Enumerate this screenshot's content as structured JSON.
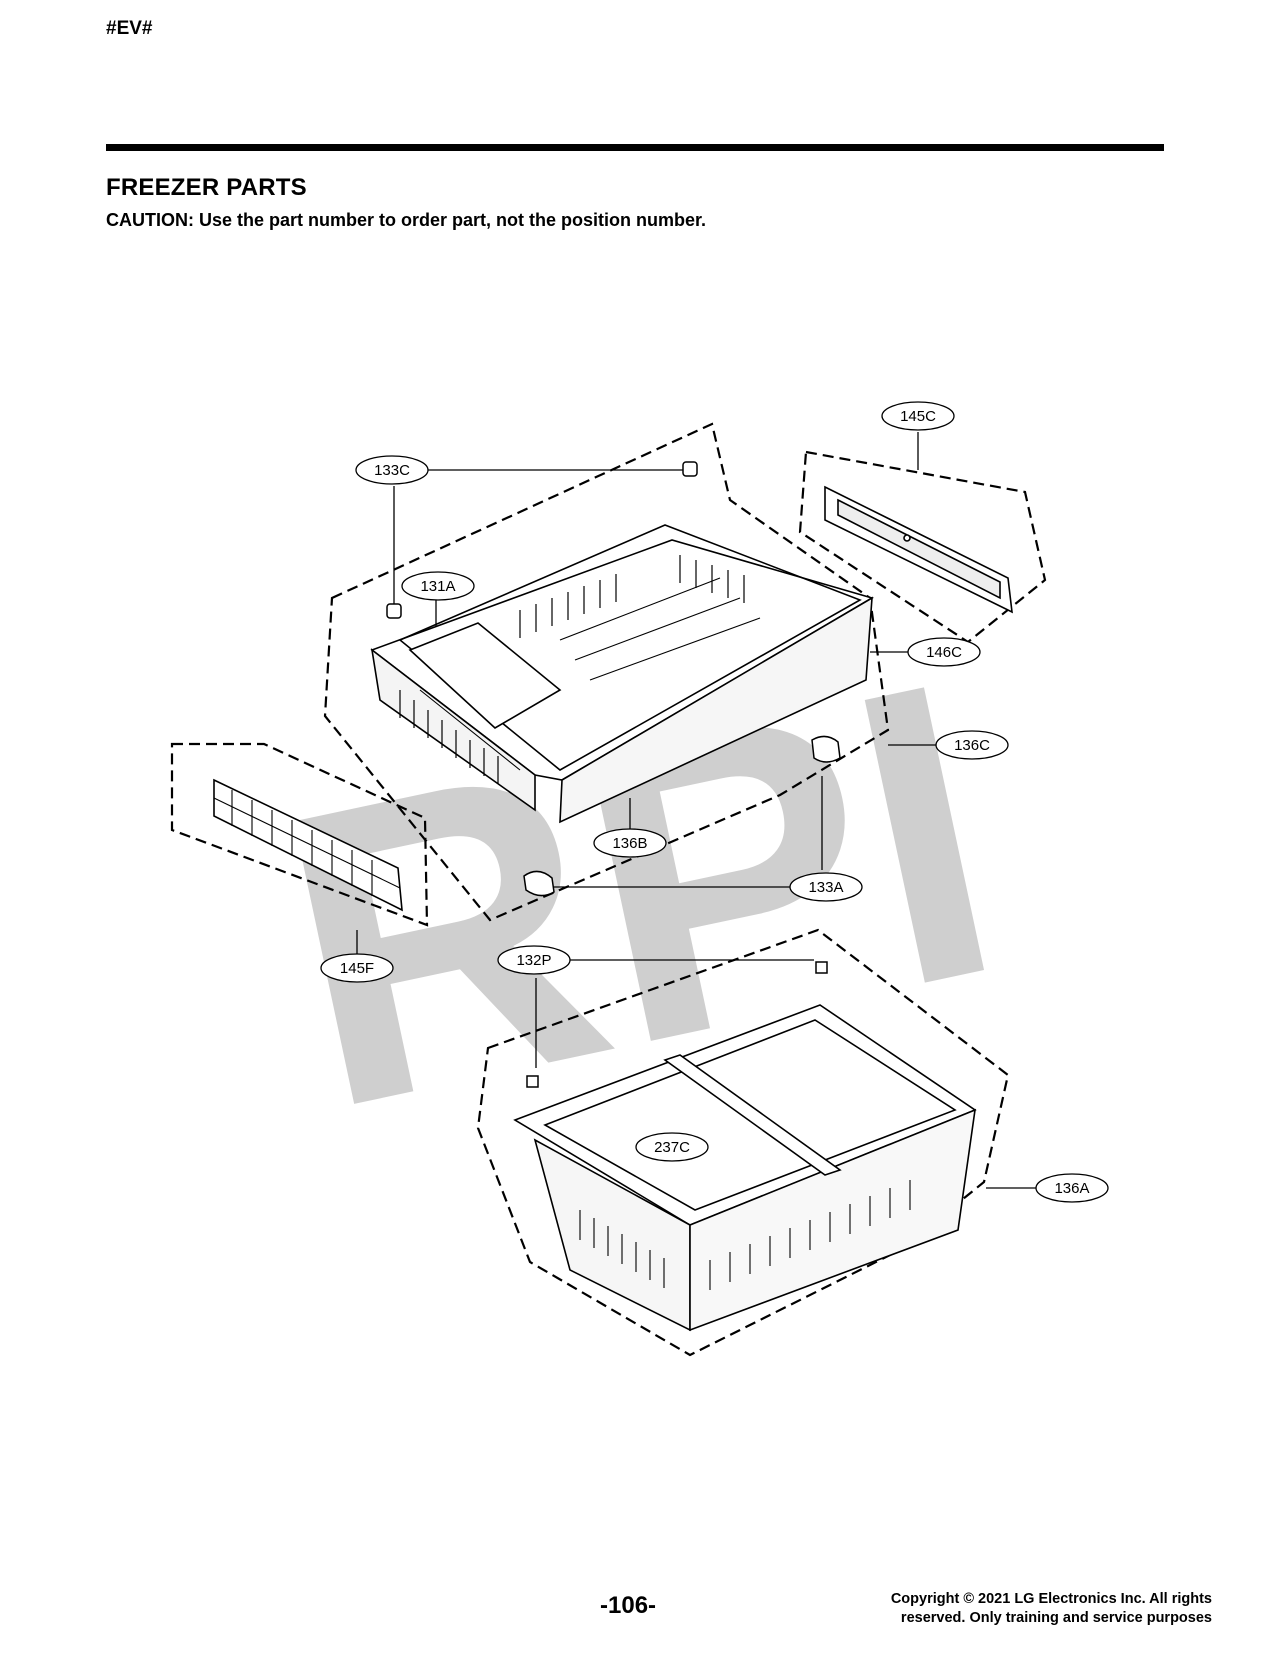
{
  "header": {
    "tag": "#EV#"
  },
  "section": {
    "title": "FREEZER PARTS",
    "caution": "CAUTION: Use the part number to order part, not the position number."
  },
  "watermark": "RPI",
  "callouts": {
    "c145C": "145C",
    "c133C": "133C",
    "c131A": "131A",
    "c146C": "146C",
    "c136C": "136C",
    "c136B": "136B",
    "c133A": "133A",
    "c145F": "145F",
    "c132P": "132P",
    "c237C": "237C",
    "c136A": "136A"
  },
  "footer": {
    "page": "-106-",
    "copyright_line1": "Copyright © 2021 LG Electronics Inc. All rights",
    "copyright_line2": "reserved. Only training and service purposes"
  }
}
